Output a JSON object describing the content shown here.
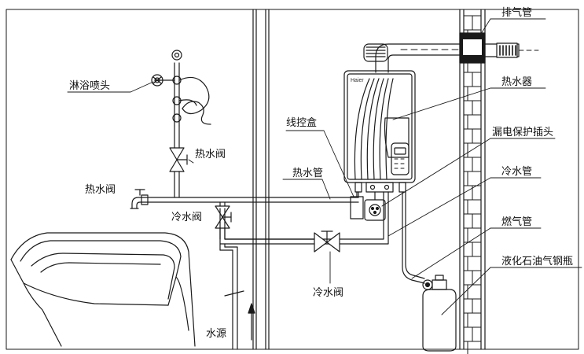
{
  "labels": {
    "exhaust_pipe": "排气管",
    "shower_head": "淋浴喷头",
    "water_heater": "热水器",
    "control_box": "线控盒",
    "shower_hot_valve": "热水阀",
    "leakage_plug": "漏电保护插头",
    "hot_pipe": "热水管",
    "hot_valve": "热水阀",
    "cold_pipe": "冷水管",
    "cold_valve_upper": "冷水阀",
    "gas_pipe": "燃气管",
    "lpg_cylinder": "液化石油气钢瓶",
    "cold_valve_lower": "冷水阀",
    "water_source": "水源"
  },
  "heater_brand": "Haier",
  "colors": {
    "line": "#1a1a1a",
    "background": "#ffffff",
    "wall_hatch": "#1a1a1a"
  }
}
